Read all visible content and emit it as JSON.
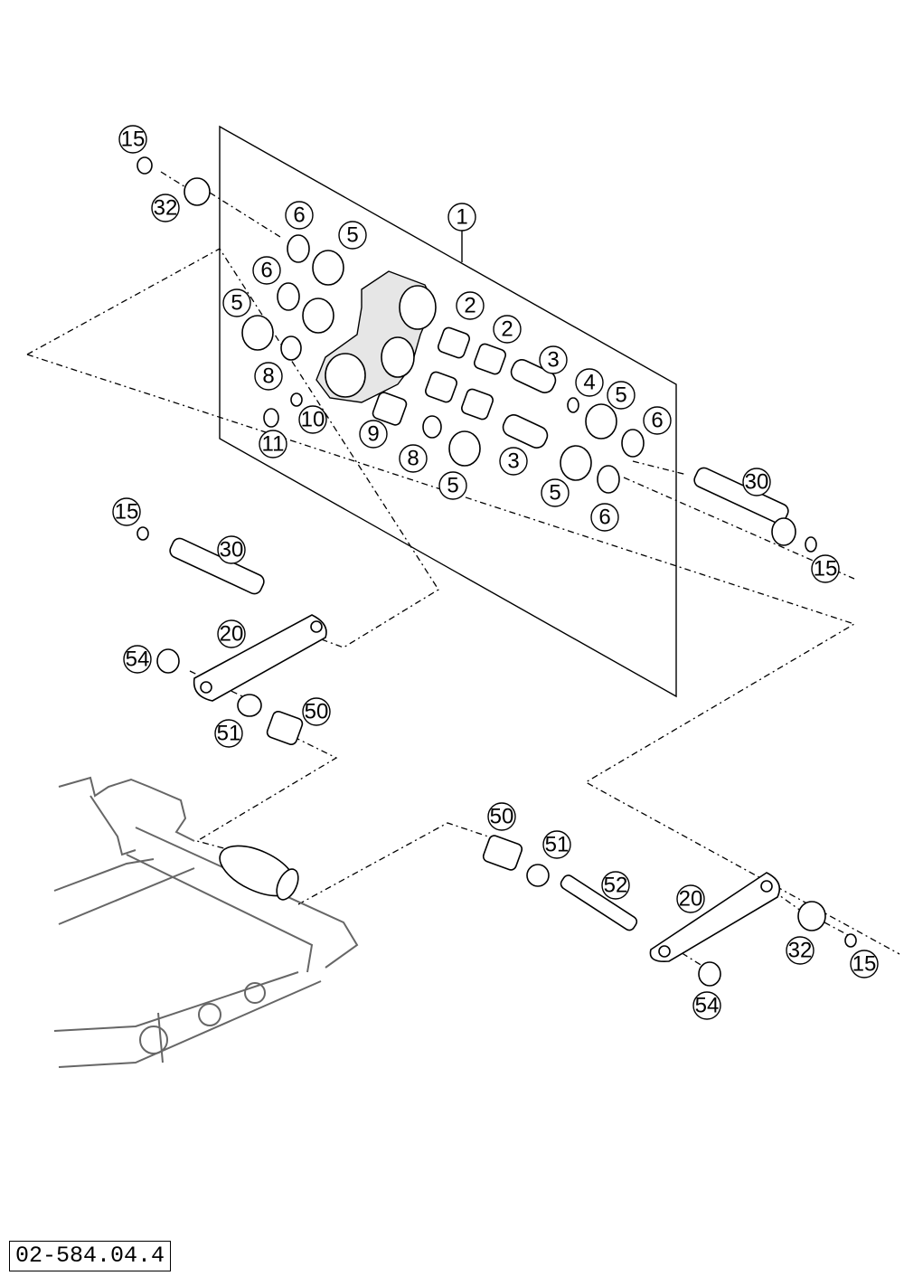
{
  "drawing": {
    "number": "02-584.04.4"
  },
  "callouts": [
    {
      "id": "c1",
      "label": "1"
    },
    {
      "id": "c2a",
      "label": "2"
    },
    {
      "id": "c2b",
      "label": "2"
    },
    {
      "id": "c3a",
      "label": "3"
    },
    {
      "id": "c3b",
      "label": "3"
    },
    {
      "id": "c4",
      "label": "4"
    },
    {
      "id": "c5a",
      "label": "5"
    },
    {
      "id": "c5b",
      "label": "5"
    },
    {
      "id": "c5c",
      "label": "5"
    },
    {
      "id": "c5d",
      "label": "5"
    },
    {
      "id": "c5e",
      "label": "5"
    },
    {
      "id": "c6a",
      "label": "6"
    },
    {
      "id": "c6b",
      "label": "6"
    },
    {
      "id": "c6c",
      "label": "6"
    },
    {
      "id": "c6d",
      "label": "6"
    },
    {
      "id": "c8a",
      "label": "8"
    },
    {
      "id": "c8b",
      "label": "8"
    },
    {
      "id": "c9",
      "label": "9"
    },
    {
      "id": "c10",
      "label": "10"
    },
    {
      "id": "c11",
      "label": "11"
    },
    {
      "id": "c15a",
      "label": "15"
    },
    {
      "id": "c15b",
      "label": "15"
    },
    {
      "id": "c15c",
      "label": "15"
    },
    {
      "id": "c15d",
      "label": "15"
    },
    {
      "id": "c20a",
      "label": "20"
    },
    {
      "id": "c20b",
      "label": "20"
    },
    {
      "id": "c30a",
      "label": "30"
    },
    {
      "id": "c30b",
      "label": "30"
    },
    {
      "id": "c32a",
      "label": "32"
    },
    {
      "id": "c32b",
      "label": "32"
    },
    {
      "id": "c50a",
      "label": "50"
    },
    {
      "id": "c50b",
      "label": "50"
    },
    {
      "id": "c51a",
      "label": "51"
    },
    {
      "id": "c51b",
      "label": "51"
    },
    {
      "id": "c52",
      "label": "52"
    },
    {
      "id": "c54a",
      "label": "54"
    },
    {
      "id": "c54b",
      "label": "54"
    }
  ]
}
